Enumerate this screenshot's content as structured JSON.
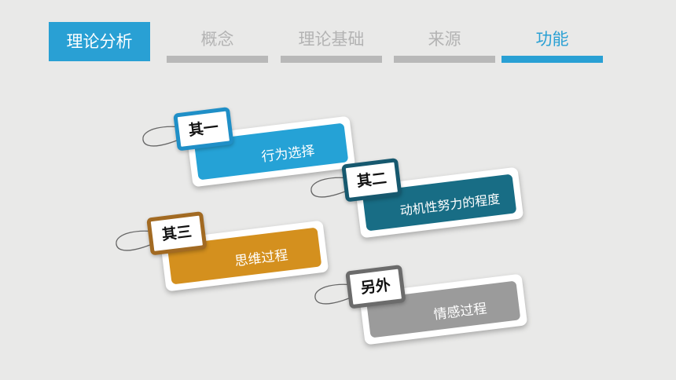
{
  "header": {
    "title": "理论分析",
    "tabs": [
      {
        "label": "概念",
        "active": false
      },
      {
        "label": "理论基础",
        "active": false
      },
      {
        "label": "来源",
        "active": false
      },
      {
        "label": "功能",
        "active": true
      }
    ]
  },
  "cards": [
    {
      "tag": "其一",
      "text": "行为选择",
      "color": "#25a2d6"
    },
    {
      "tag": "其二",
      "text": "动机性努力的程度",
      "color": "#186d85"
    },
    {
      "tag": "其三",
      "text": "思维过程",
      "color": "#d4901e"
    },
    {
      "tag": "另外",
      "text": "情感过程",
      "color": "#9b9b9b"
    }
  ],
  "colors": {
    "accent": "#29a0d4",
    "inactive_tab": "#b8b8b8",
    "background": "#e9e9e8"
  }
}
